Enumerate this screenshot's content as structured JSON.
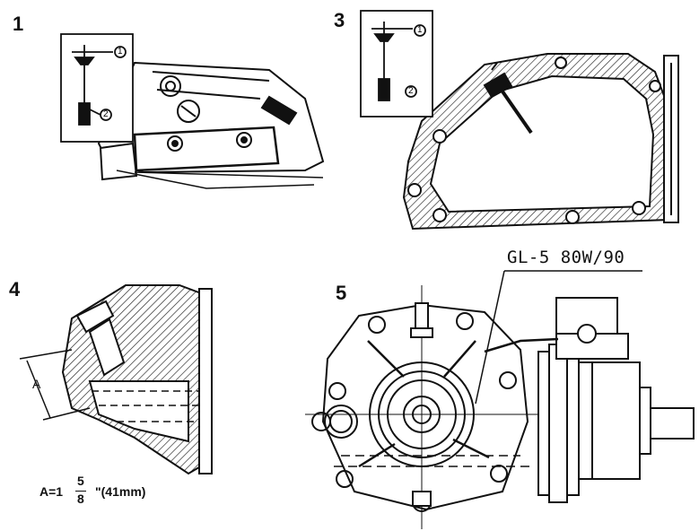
{
  "panels": [
    {
      "number": "1"
    },
    {
      "number": "3"
    },
    {
      "number": "4"
    },
    {
      "number": "5"
    }
  ],
  "callouts": {
    "upper": "1",
    "lower": "2"
  },
  "oil_spec": "GL-5 80W/90",
  "dimension": {
    "letter": "A",
    "prefix": "A=1",
    "numerator": "5",
    "denominator": "8",
    "suffix": "\"(41mm)"
  }
}
